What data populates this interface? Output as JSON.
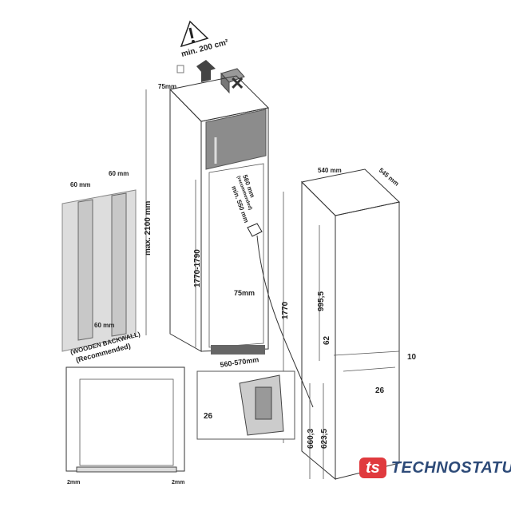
{
  "warning": {
    "ventilation_label": "min. 200 cm²"
  },
  "cabinet": {
    "top_gap": "75mm",
    "max_height": "max. 2100 mm",
    "niche_depth": "560 mm",
    "niche_depth_note": "(recommended)",
    "min_depth": "min. 550 mm",
    "niche_height": "1770-1790",
    "bottom_gap": "75mm",
    "niche_width": "560-570mm"
  },
  "backwall": {
    "channel_left": "60 mm",
    "channel_right": "60 mm",
    "bottom_gap": "60 mm",
    "caption_line1": "(WOODEN BACKWALL)",
    "caption_line2": "(Recommended)"
  },
  "appliance": {
    "width": "540 mm",
    "depth": "545 mm",
    "door_height": "995,5",
    "hinge_offset": "62",
    "hinge_gap": "10",
    "slide_offset": "26",
    "total_height": "1770",
    "lower_height_1": "660,3",
    "lower_height_2": "623,5"
  },
  "detail": {
    "offset": "26"
  },
  "frame": {
    "gap_left": "2mm",
    "gap_right": "2mm"
  },
  "brand": {
    "mark": "ts",
    "name": "TECHNOSTATUS",
    "mark_color": "#e03a3e",
    "name_color": "#2d4a78"
  }
}
